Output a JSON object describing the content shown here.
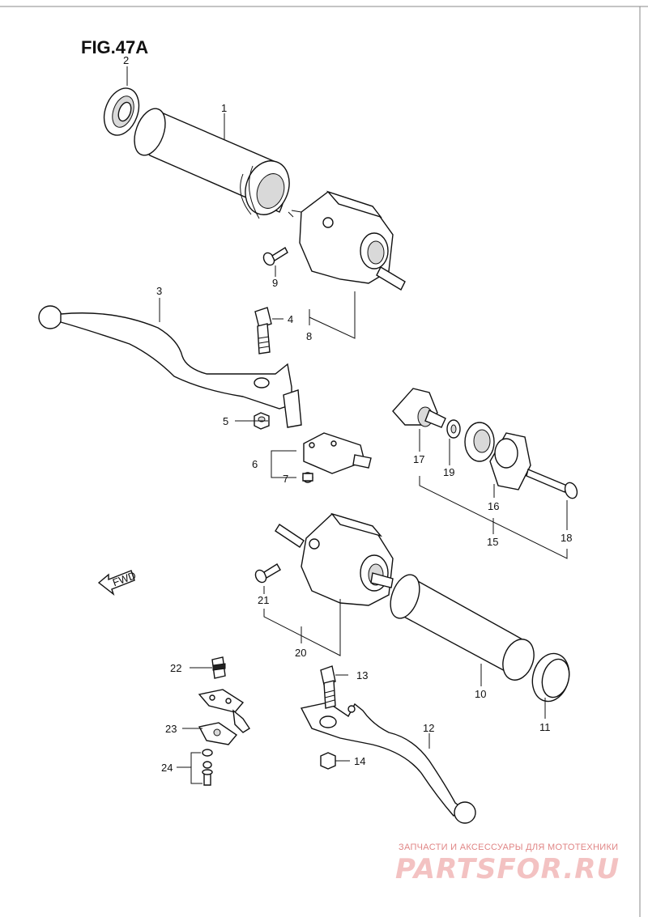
{
  "figure": {
    "title": "FIG.47A"
  },
  "callouts": [
    {
      "id": "1",
      "label": "1"
    },
    {
      "id": "2",
      "label": "2"
    },
    {
      "id": "3",
      "label": "3"
    },
    {
      "id": "4",
      "label": "4"
    },
    {
      "id": "5",
      "label": "5"
    },
    {
      "id": "6",
      "label": "6"
    },
    {
      "id": "7",
      "label": "7"
    },
    {
      "id": "8",
      "label": "8"
    },
    {
      "id": "9",
      "label": "9"
    },
    {
      "id": "10",
      "label": "10"
    },
    {
      "id": "11",
      "label": "11"
    },
    {
      "id": "12",
      "label": "12"
    },
    {
      "id": "13",
      "label": "13"
    },
    {
      "id": "14",
      "label": "14"
    },
    {
      "id": "15",
      "label": "15"
    },
    {
      "id": "16",
      "label": "16"
    },
    {
      "id": "17",
      "label": "17"
    },
    {
      "id": "18",
      "label": "18"
    },
    {
      "id": "19",
      "label": "19"
    },
    {
      "id": "20",
      "label": "20"
    },
    {
      "id": "21",
      "label": "21"
    },
    {
      "id": "22",
      "label": "22"
    },
    {
      "id": "23",
      "label": "23"
    },
    {
      "id": "24",
      "label": "24"
    }
  ],
  "direction_marker": {
    "label": "FWD"
  },
  "watermark": {
    "tagline": "ЗАПЧАСТИ И АКСЕССУАРЫ ДЛЯ МОТОТЕХНИКИ",
    "brand": "PARTSFOR.RU"
  }
}
